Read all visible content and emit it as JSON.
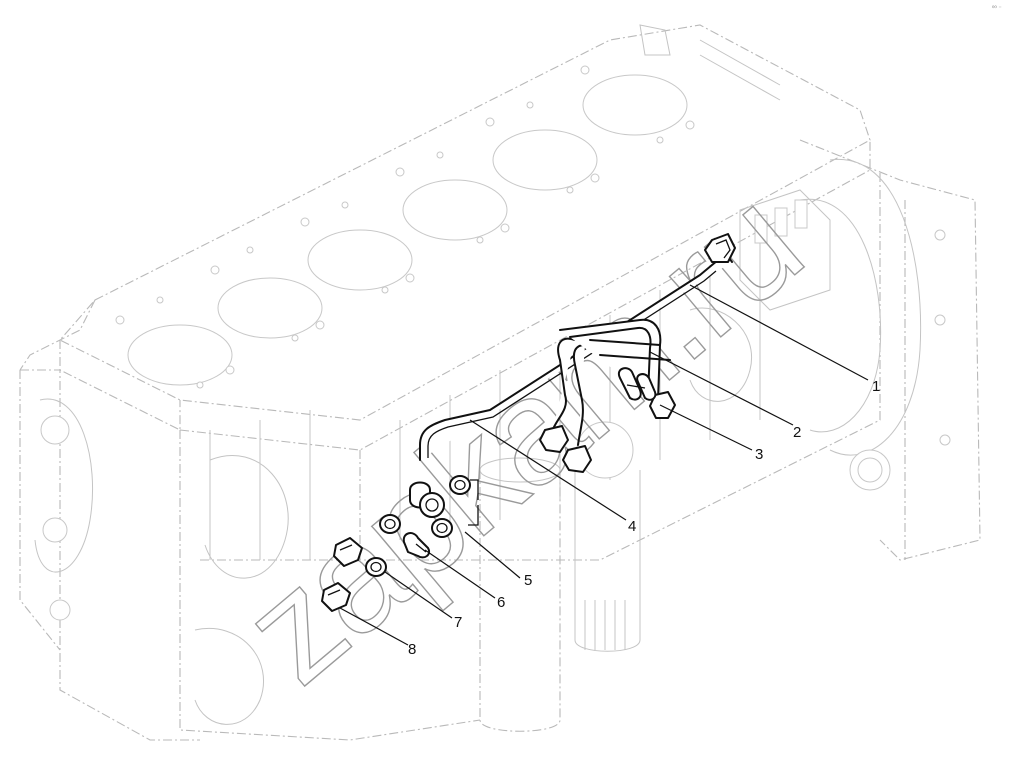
{
  "watermark": {
    "text": "zapkam.ru"
  },
  "corner_mark": {
    "text": "⁰⁰ ⁻"
  },
  "callouts": [
    {
      "id": "1",
      "label": "1",
      "description_icon": "pipe-long"
    },
    {
      "id": "2",
      "label": "2",
      "description_icon": "pipe-pair"
    },
    {
      "id": "3",
      "label": "3",
      "description_icon": "clamp"
    },
    {
      "id": "4",
      "label": "4",
      "description_icon": "pipe-assembly"
    },
    {
      "id": "5",
      "label": "5",
      "description_icon": "sealing-washer"
    },
    {
      "id": "6",
      "label": "6",
      "description_icon": "banjo-union"
    },
    {
      "id": "7",
      "label": "7",
      "description_icon": "sealing-washer"
    },
    {
      "id": "8",
      "label": "8",
      "description_icon": "banjo-bolt"
    }
  ],
  "colors": {
    "line": "#111111",
    "ghost": "#b9b9b9",
    "watermark": "#9a9a9a",
    "background": "#ffffff"
  }
}
